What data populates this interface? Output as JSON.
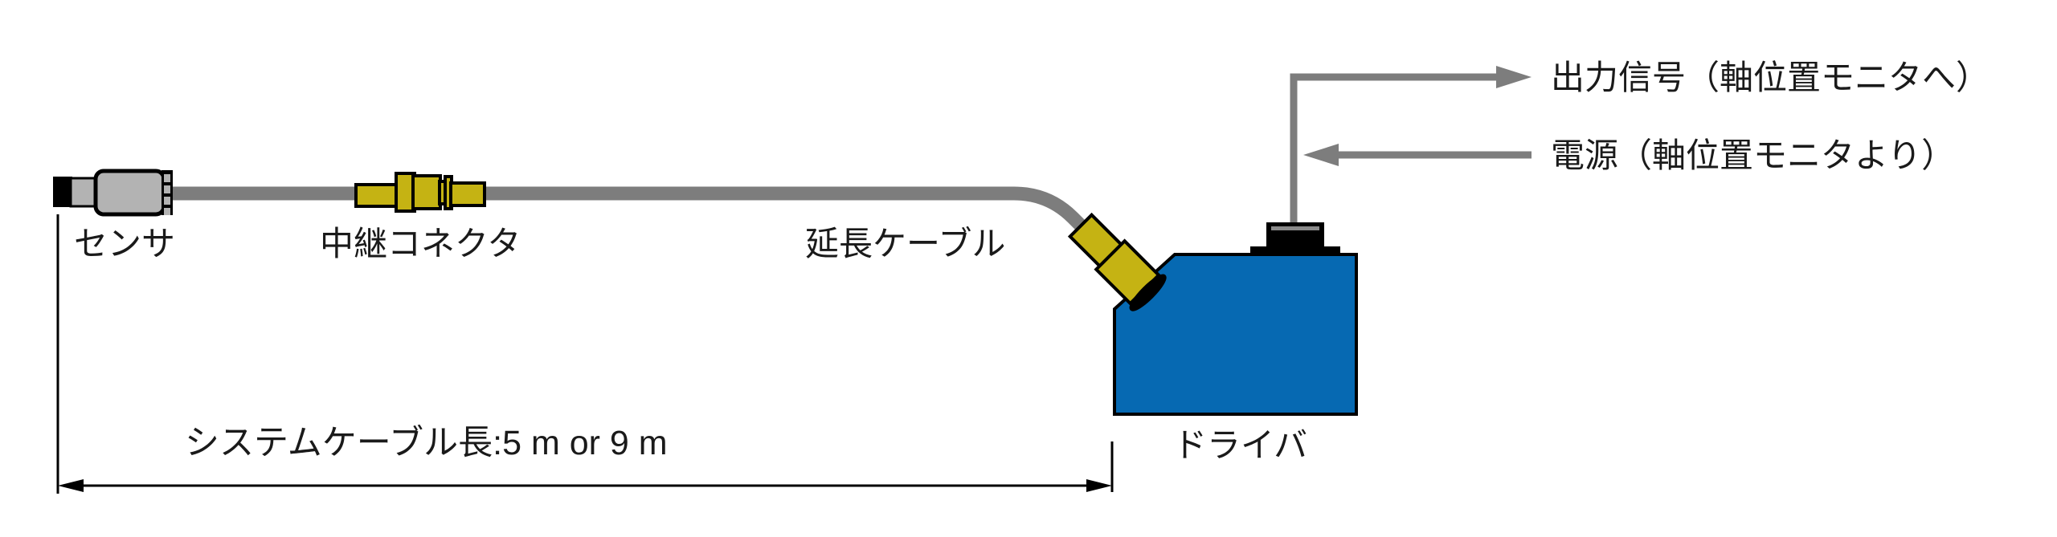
{
  "diagram": {
    "title_hint": "sensor-system-wiring-diagram",
    "labels": {
      "sensor": "センサ",
      "relay_connector": "中継コネクタ",
      "extension_cable": "延長ケーブル",
      "driver": "ドライバ",
      "output_signal": "出力信号（軸位置モニタへ）",
      "power": "電源（軸位置モニタより）",
      "cable_length": "システムケーブル長:5 m or 9 m"
    },
    "colors": {
      "cable_gray": "#7d7d7d",
      "connector_yellow": "#c5b313",
      "driver_blue": "#0669b2",
      "sensor_gray": "#b3b3b3",
      "connector_highlight_gray": "#8a8a8a",
      "outline_black": "#000000"
    }
  }
}
